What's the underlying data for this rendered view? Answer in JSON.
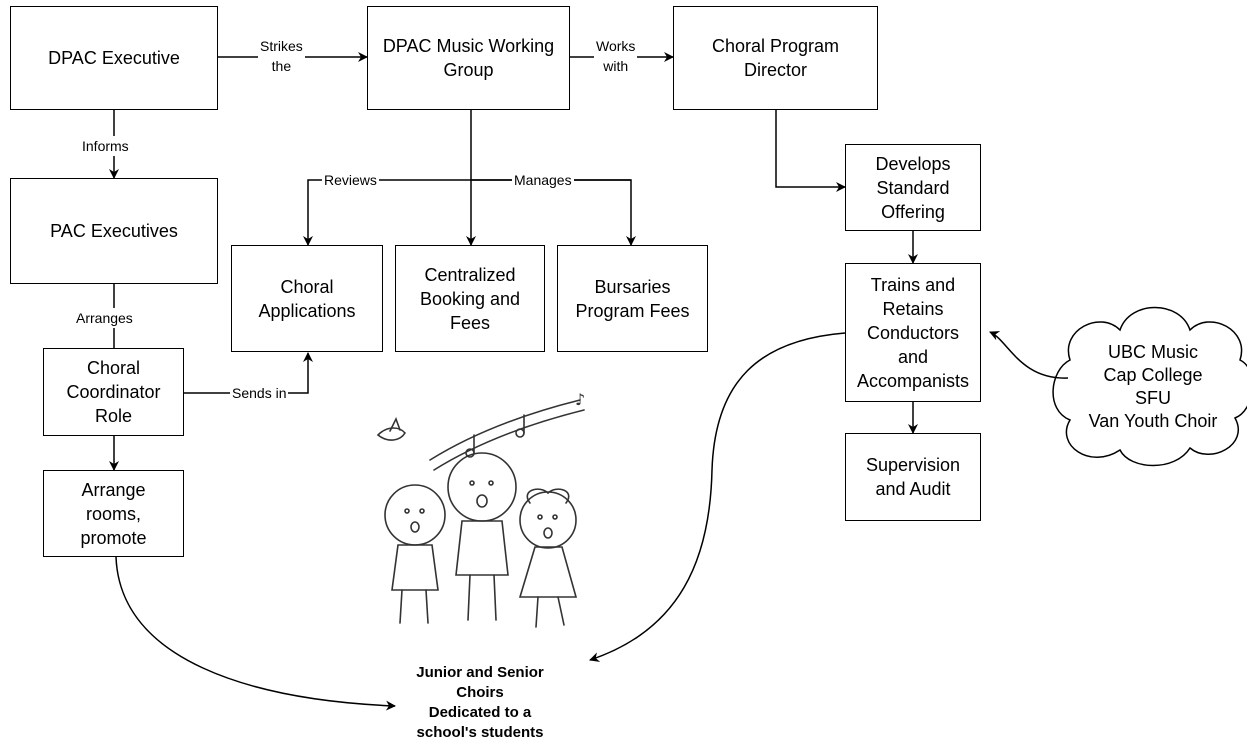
{
  "nodes": {
    "dpac_executive": "DPAC Executive",
    "music_working_group": "DPAC Music Working\nGroup",
    "choral_program_director": "Choral Program\nDirector",
    "pac_executives": "PAC Executives",
    "choral_applications": "Choral\nApplications",
    "centralized_booking": "Centralized\nBooking and\nFees",
    "bursaries": "Bursaries\nProgram Fees",
    "develops_standard": "Develops\nStandard\nOffering",
    "trains_retains": "Trains and\nRetains\nConductors\nand\nAccompanists",
    "supervision_audit": "Supervision\nand Audit",
    "choral_coordinator": "Choral\nCoordinator\nRole",
    "arrange_rooms": "Arrange\nrooms,\npromote"
  },
  "edges": {
    "strikes_the": "Strikes\nthe",
    "works_with": "Works\nwith",
    "informs": "Informs",
    "reviews": "Reviews",
    "manages": "Manages",
    "arranges": "Arranges",
    "sends_in": "Sends in"
  },
  "cloud": {
    "text": "UBC Music\nCap College\nSFU\nVan Youth Choir"
  },
  "choirs": {
    "text": "Junior and Senior\nChoirs\nDedicated to a\nschool's students"
  },
  "illustration": {
    "subject": "three singing children with a bird and music notes"
  }
}
